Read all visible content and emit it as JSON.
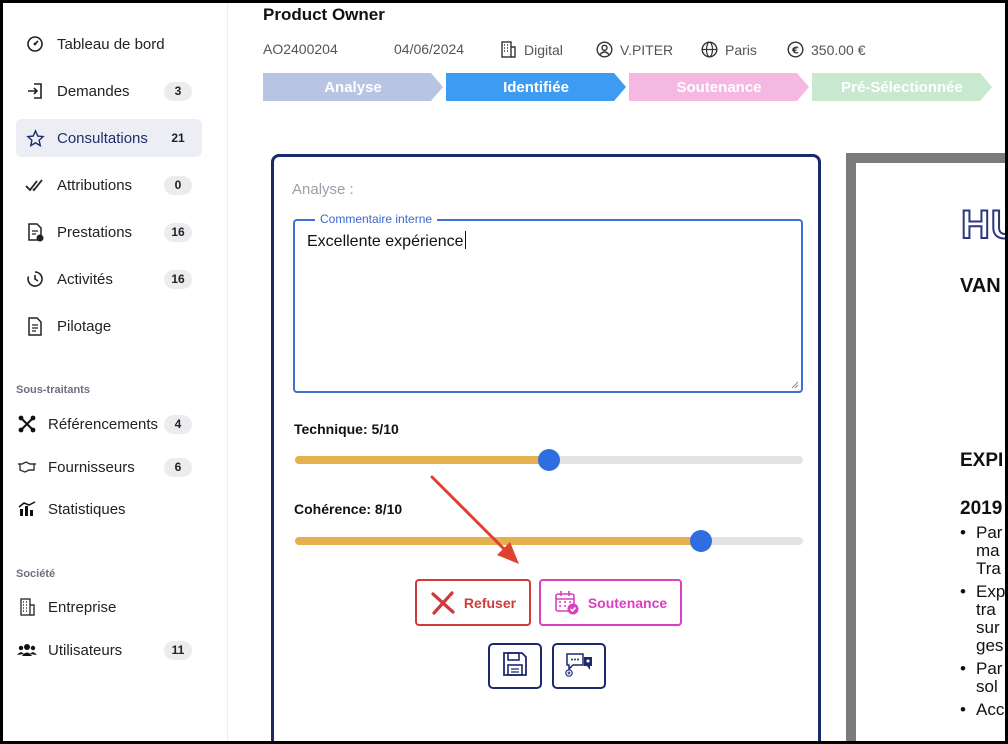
{
  "sidebar": {
    "items": [
      {
        "label": "Tableau de bord",
        "icon": "dashboard-gauge-icon"
      },
      {
        "label": "Demandes",
        "count": "3",
        "icon": "login-door-icon"
      },
      {
        "label": "Consultations",
        "count": "21",
        "icon": "star-icon",
        "active": true
      },
      {
        "label": "Attributions",
        "count": "0",
        "icon": "double-check-icon"
      },
      {
        "label": "Prestations",
        "count": "16",
        "icon": "document-check-icon"
      },
      {
        "label": "Activités",
        "count": "16",
        "icon": "clock-history-icon"
      },
      {
        "label": "Pilotage",
        "icon": "document-icon"
      }
    ],
    "section_subcontractors": "Sous-traitants",
    "subcontractors": [
      {
        "label": "Référencements",
        "count": "4",
        "icon": "network-icon"
      },
      {
        "label": "Fournisseurs",
        "count": "6",
        "icon": "handshake-icon"
      },
      {
        "label": "Statistiques",
        "icon": "chart-icon"
      }
    ],
    "section_company": "Société",
    "company": [
      {
        "label": "Entreprise",
        "icon": "building-icon"
      },
      {
        "label": "Utilisateurs",
        "count": "11",
        "icon": "users-icon"
      }
    ]
  },
  "header": {
    "title": "Product Owner",
    "reference": "AO2400204",
    "date": "04/06/2024",
    "category": "Digital",
    "user": "V.PITER",
    "location": "Paris",
    "price": "350.00 €"
  },
  "steps": [
    {
      "label": "Analyse",
      "color": "#b7c4e2"
    },
    {
      "label": "Identifiée",
      "color": "#3d9bf2"
    },
    {
      "label": "Soutenance",
      "color": "#f5b8e3"
    },
    {
      "label": "Pré-Sélectionnée",
      "color": "#c8e8cf"
    }
  ],
  "card": {
    "section_label": "Analyse :",
    "comment_legend": "Commentaire interne",
    "comment_value": "Excellente expérience",
    "technique_label": "Technique: 5/10",
    "technique_value": 5,
    "coherence_label": "Cohérence: 8/10",
    "coherence_value": 8,
    "max_score": 10,
    "refuse_label": "Refuser",
    "soutenance_label": "Soutenance"
  },
  "preview": {
    "logo": "HU",
    "name": "VAN",
    "section": "EXPI",
    "year": "2019",
    "lines": [
      {
        "bullet": "•",
        "text": "Par"
      },
      {
        "bullet": "",
        "text": "ma"
      },
      {
        "bullet": "",
        "text": "Tra"
      },
      {
        "bullet": "•",
        "text": "Exp"
      },
      {
        "bullet": "",
        "text": "tra"
      },
      {
        "bullet": "",
        "text": "sur"
      },
      {
        "bullet": "",
        "text": "ges"
      },
      {
        "bullet": "•",
        "text": "Par"
      },
      {
        "bullet": "",
        "text": "sol"
      },
      {
        "bullet": "•",
        "text": "Acc"
      }
    ]
  }
}
